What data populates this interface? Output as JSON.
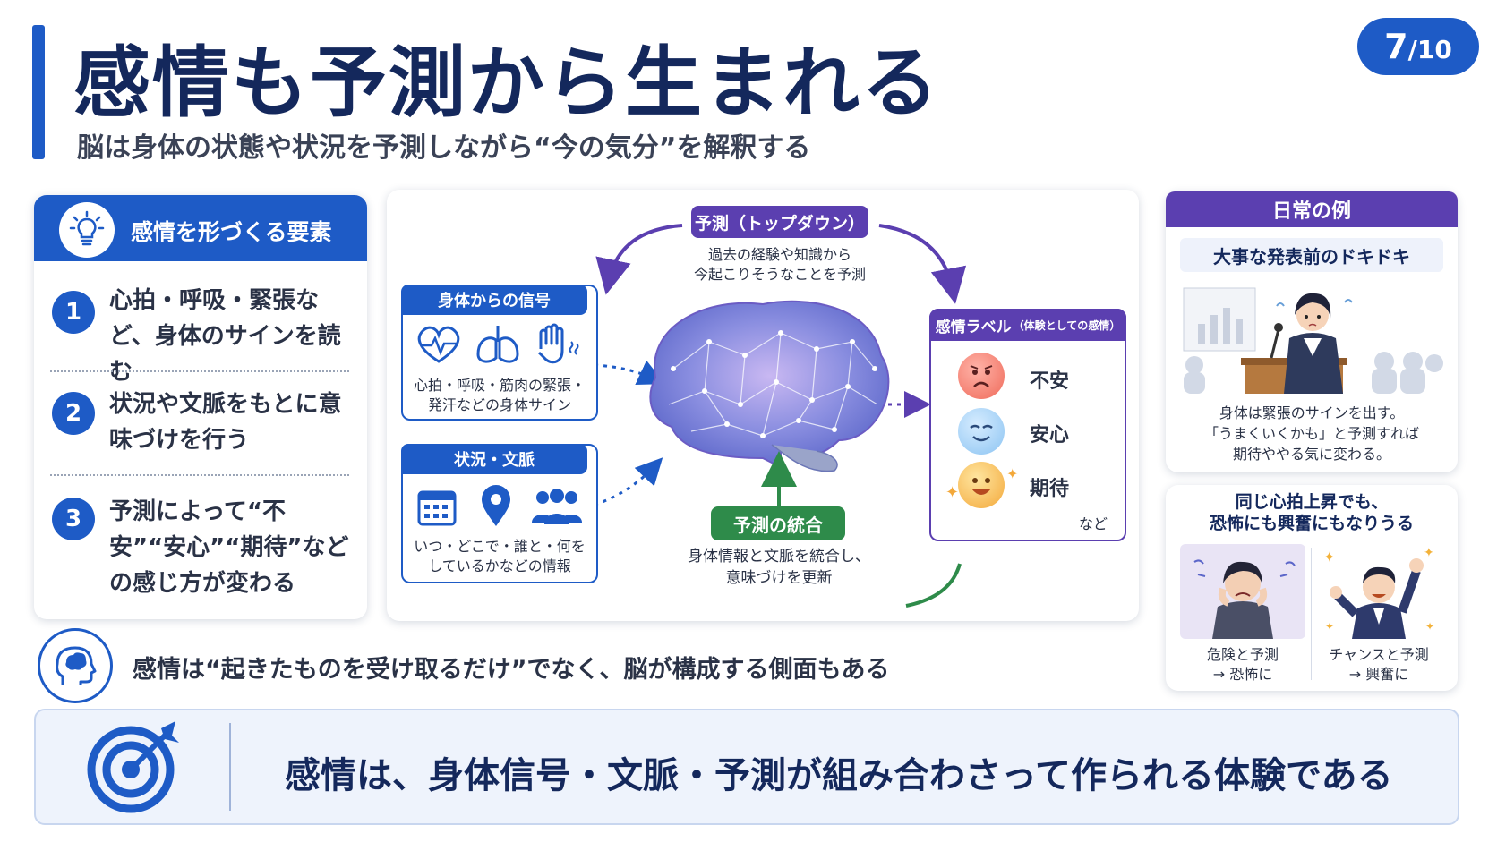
{
  "header": {
    "title": "感情も予測から生まれる",
    "subtitle": "脳は身体の状態や状況を予測しながら“今の気分”を解釈する",
    "page_current": "7",
    "page_total": "/10"
  },
  "left_panel": {
    "heading": "感情を形づくる要素",
    "items": [
      {
        "num": "1",
        "text": "心拍・呼吸・緊張など、身体のサインを読む"
      },
      {
        "num": "2",
        "text": "状況や文脈をもとに意味づけを行う"
      },
      {
        "num": "3",
        "text": "予測によって“不安”“安心”“期待”などの感じ方が変わる"
      }
    ]
  },
  "diagram": {
    "prediction_label": "予測（トップダウン）",
    "prediction_desc_1": "過去の経験や知識から",
    "prediction_desc_2": "今起こりそうなことを予測",
    "body_signal_label": "身体からの信号",
    "body_signal_desc_1": "心拍・呼吸・筋肉の緊張・",
    "body_signal_desc_2": "発汗などの身体サイン",
    "context_label": "状況・文脈",
    "context_desc_1": "いつ・どこで・誰と・何を",
    "context_desc_2": "しているかなどの情報",
    "integration_label": "予測の統合",
    "integration_desc_1": "身体情報と文脈を統合し、",
    "integration_desc_2": "意味づけを更新",
    "emotion_label_title": "感情ラベル",
    "emotion_label_sub": "（体験としての感情）",
    "emotions": [
      "不安",
      "安心",
      "期待"
    ],
    "emotions_etc": "など"
  },
  "right_panel": {
    "heading": "日常の例",
    "example_title": "大事な発表前のドキドキ",
    "example_desc_1": "身体は緊張のサインを出す。",
    "example_desc_2": "「うまくいくかも」と予測すれば",
    "example_desc_3": "期待ややる気に変わる。",
    "compare_title_1": "同じ心拍上昇でも、",
    "compare_title_2": "恐怖にも興奮にもなりうる",
    "left_case_1": "危険と予測",
    "left_case_2": "→ 恐怖に",
    "right_case_1": "チャンスと予測",
    "right_case_2": "→ 興奮に"
  },
  "note": "感情は“起きたものを受け取るだけ”でなく、脳が構成する側面もある",
  "banner": "感情は、身体信号・文脈・予測が組み合わさって作られる体験である",
  "colors": {
    "primary_blue": "#1e5bc6",
    "navy": "#14285c",
    "purple": "#5b3fb0",
    "green": "#2e8b4a"
  }
}
